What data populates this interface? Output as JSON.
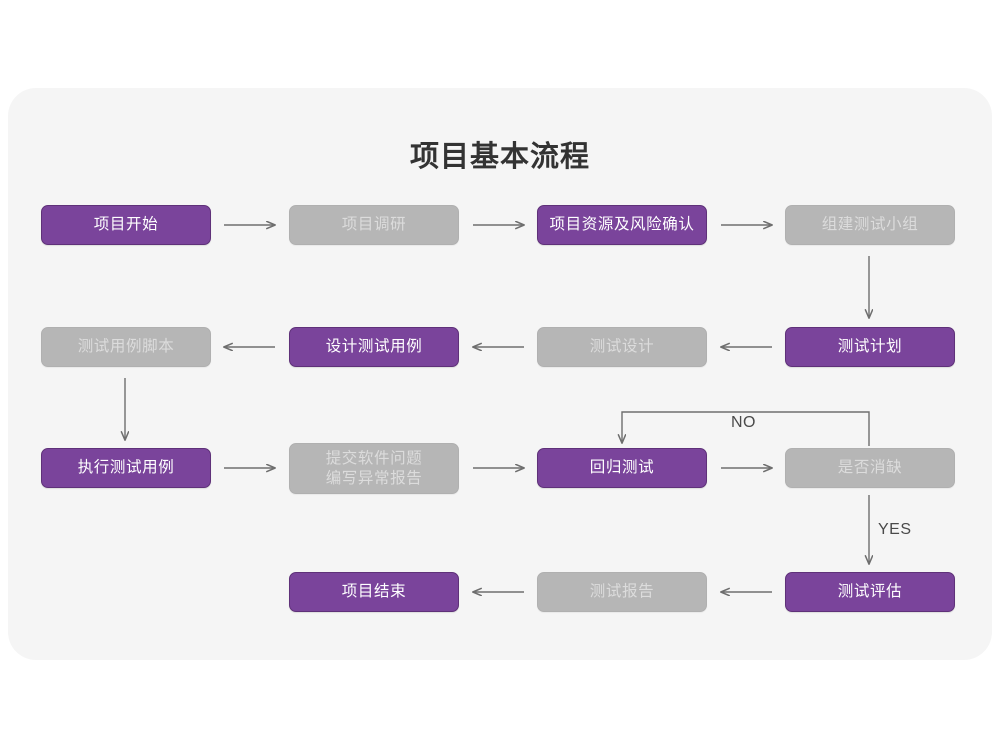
{
  "page": {
    "title": "项目基本流程",
    "card_bg": "#f5f5f5",
    "page_bg": "#ffffff"
  },
  "palette": {
    "purple_fill": "#7a449b",
    "purple_border": "#5f3179",
    "purple_text": "#ffffff",
    "gray_fill": "#b6b6b6",
    "gray_border": "#b0b0b0",
    "gray_text": "#dcdcdc",
    "connector": "#6e6e6e",
    "title_text": "#333333",
    "label_text": "#4a4a4a"
  },
  "nodes": [
    {
      "id": "n1",
      "label": "项目开始",
      "style": "purple",
      "row": 1
    },
    {
      "id": "n2",
      "label": "项目调研",
      "style": "gray",
      "row": 1
    },
    {
      "id": "n3",
      "label": "项目资源及风险确认",
      "style": "purple",
      "row": 1
    },
    {
      "id": "n4",
      "label": "组建测试小组",
      "style": "gray",
      "row": 1
    },
    {
      "id": "n5",
      "label": "测试用例脚本",
      "style": "gray",
      "row": 2
    },
    {
      "id": "n6",
      "label": "设计测试用例",
      "style": "purple",
      "row": 2
    },
    {
      "id": "n7",
      "label": "测试设计",
      "style": "gray",
      "row": 2
    },
    {
      "id": "n8",
      "label": "测试计划",
      "style": "purple",
      "row": 2
    },
    {
      "id": "n9",
      "label": "执行测试用例",
      "style": "purple",
      "row": 3
    },
    {
      "id": "n10",
      "label_line1": "提交软件问题",
      "label_line2": "编写异常报告",
      "style": "gray",
      "row": 3
    },
    {
      "id": "n11",
      "label": "回归测试",
      "style": "purple",
      "row": 3
    },
    {
      "id": "n12",
      "label": "是否消缺",
      "style": "gray",
      "row": 3
    },
    {
      "id": "n13",
      "label": "项目结束",
      "style": "purple",
      "row": 4
    },
    {
      "id": "n14",
      "label": "测试报告",
      "style": "gray",
      "row": 4
    },
    {
      "id": "n15",
      "label": "测试评估",
      "style": "purple",
      "row": 4
    }
  ],
  "edge_labels": {
    "no": "NO",
    "yes": "YES"
  },
  "edges": [
    {
      "from": "n1",
      "to": "n2",
      "dir": "right"
    },
    {
      "from": "n2",
      "to": "n3",
      "dir": "right"
    },
    {
      "from": "n3",
      "to": "n4",
      "dir": "right"
    },
    {
      "from": "n4",
      "to": "n8",
      "dir": "down"
    },
    {
      "from": "n8",
      "to": "n7",
      "dir": "left"
    },
    {
      "from": "n7",
      "to": "n6",
      "dir": "left"
    },
    {
      "from": "n6",
      "to": "n5",
      "dir": "left"
    },
    {
      "from": "n5",
      "to": "n9",
      "dir": "down"
    },
    {
      "from": "n9",
      "to": "n10",
      "dir": "right"
    },
    {
      "from": "n10",
      "to": "n11",
      "dir": "right"
    },
    {
      "from": "n11",
      "to": "n12",
      "dir": "right"
    },
    {
      "from": "n12",
      "to": "n11",
      "dir": "feedback",
      "label": "NO"
    },
    {
      "from": "n12",
      "to": "n15",
      "dir": "down",
      "label": "YES"
    },
    {
      "from": "n15",
      "to": "n14",
      "dir": "left"
    },
    {
      "from": "n14",
      "to": "n13",
      "dir": "left"
    }
  ]
}
